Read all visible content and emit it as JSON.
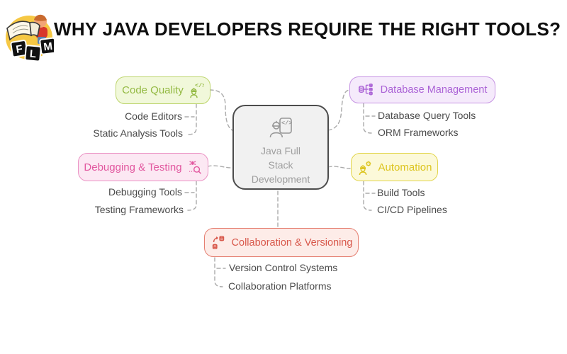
{
  "logo": {
    "letters": [
      "F",
      "L",
      "M"
    ]
  },
  "header": {
    "title": "WHY JAVA DEVELOPERS REQUIRE THE RIGHT TOOLS?"
  },
  "center": {
    "label": "Java Full Stack Development",
    "lines": [
      "Java Full",
      "Stack",
      "Development"
    ]
  },
  "branches": {
    "code_quality": {
      "label": "Code Quality",
      "items": [
        "Code Editors",
        "Static Analysis Tools"
      ],
      "color": "#93b942",
      "bg": "#f1f8da",
      "border": "#bdd56d"
    },
    "debugging": {
      "label": "Debugging & Testing",
      "items": [
        "Debugging Tools",
        "Testing Frameworks"
      ],
      "color": "#e2579f",
      "bg": "#fce8f3",
      "border": "#eb92c4"
    },
    "database": {
      "label": "Database Management",
      "items": [
        "Database Query Tools",
        "ORM Frameworks"
      ],
      "color": "#ab63d6",
      "bg": "#f5eafb",
      "border": "#c693e3"
    },
    "automation": {
      "label": "Automation",
      "items": [
        "Build Tools",
        "CI/CD Pipelines"
      ],
      "color": "#dcc41f",
      "bg": "#fcf9d9",
      "border": "#e2d54b"
    },
    "collaboration": {
      "label": "Collaboration & Versioning",
      "items": [
        "Version Control Systems",
        "Collaboration Platforms"
      ],
      "color": "#d8584b",
      "bg": "#fdece8",
      "border": "#e57f71"
    }
  },
  "connector_color": "#ababab"
}
